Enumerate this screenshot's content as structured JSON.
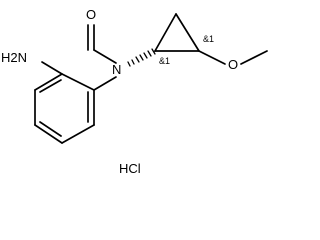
{
  "molecule": {
    "atoms": {
      "oxygen_carbonyl": "O",
      "amine": "H2N",
      "ring_nitrogen": "N",
      "oxygen_methoxy": "O"
    },
    "stereo_labels": {
      "ring_attach_carbon": "&1",
      "methoxy_carbon": "&1"
    },
    "salt": "HCl"
  }
}
